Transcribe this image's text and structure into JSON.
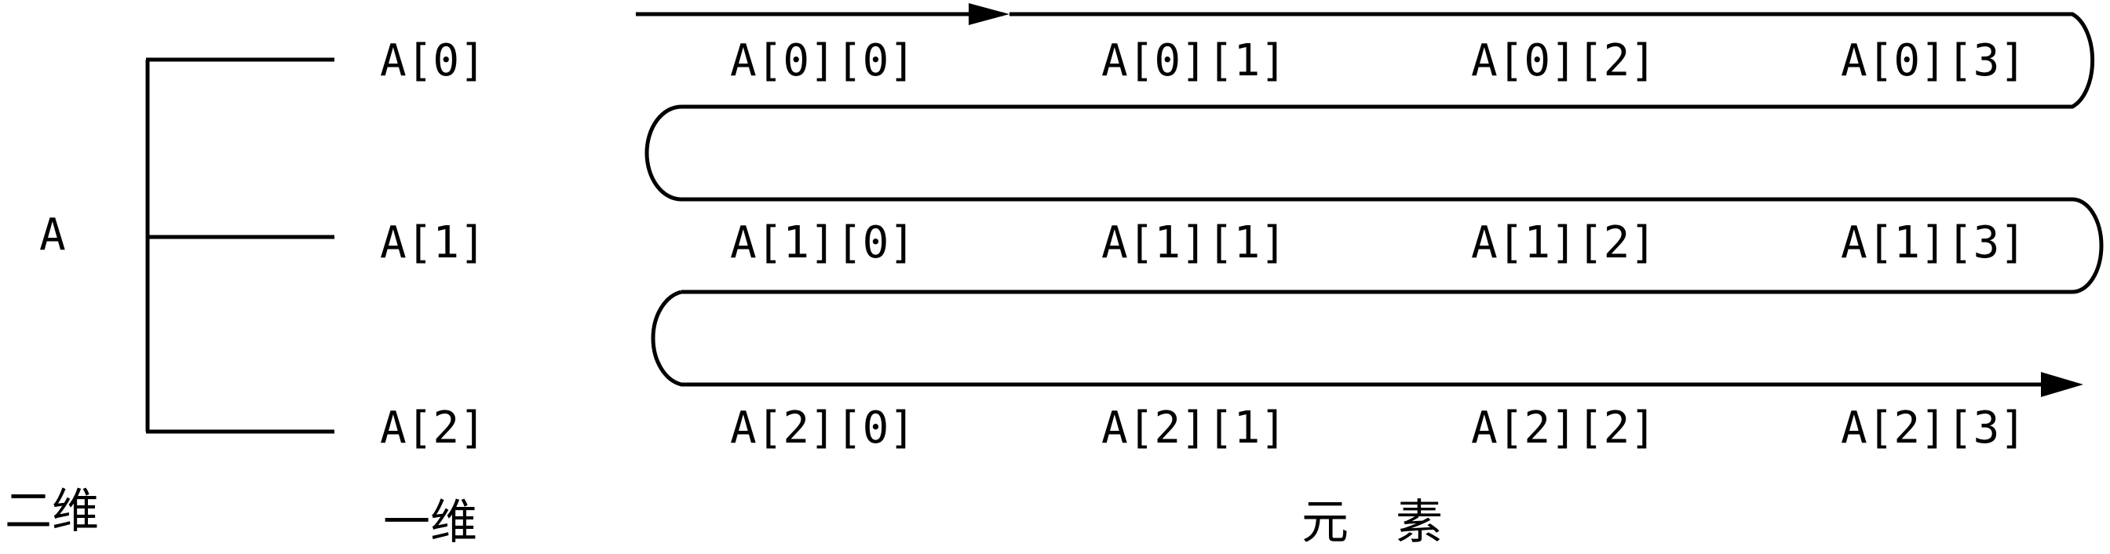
{
  "root": "A",
  "rows": [
    "A[0]",
    "A[1]",
    "A[2]"
  ],
  "elements": [
    [
      "A[0][0]",
      "A[0][1]",
      "A[0][2]",
      "A[0][3]"
    ],
    [
      "A[1][0]",
      "A[1][1]",
      "A[1][2]",
      "A[1][3]"
    ],
    [
      "A[2][0]",
      "A[2][1]",
      "A[2][2]",
      "A[2][3]"
    ]
  ],
  "captions": {
    "two_dim": "二维",
    "one_dim": "一维",
    "elements": "元　素"
  }
}
